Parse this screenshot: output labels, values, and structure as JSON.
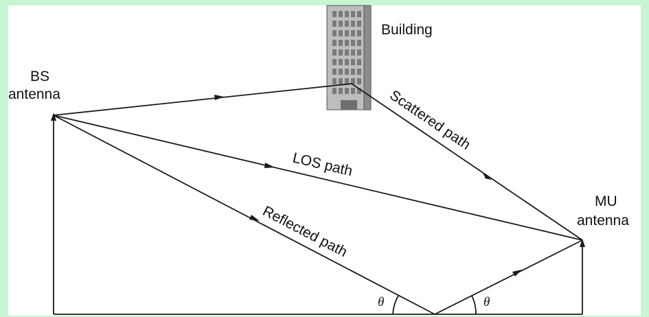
{
  "labels": {
    "building": "Building",
    "bs_antenna_line1": "BS",
    "bs_antenna_line2": "antenna",
    "mu_antenna_line1": "MU",
    "mu_antenna_line2": "antenna",
    "los_path": "LOS path",
    "scattered_path": "Scattered path",
    "reflected_path": "Reflected path",
    "theta_left": "θ",
    "theta_right": "θ"
  },
  "colors": {
    "background": "#c8f5d4",
    "panel": "#ffffff",
    "line": "#1a1a1a",
    "building_body": "#bdbdbd",
    "building_side": "#8c8c8c",
    "building_window": "#7a7a7a"
  }
}
